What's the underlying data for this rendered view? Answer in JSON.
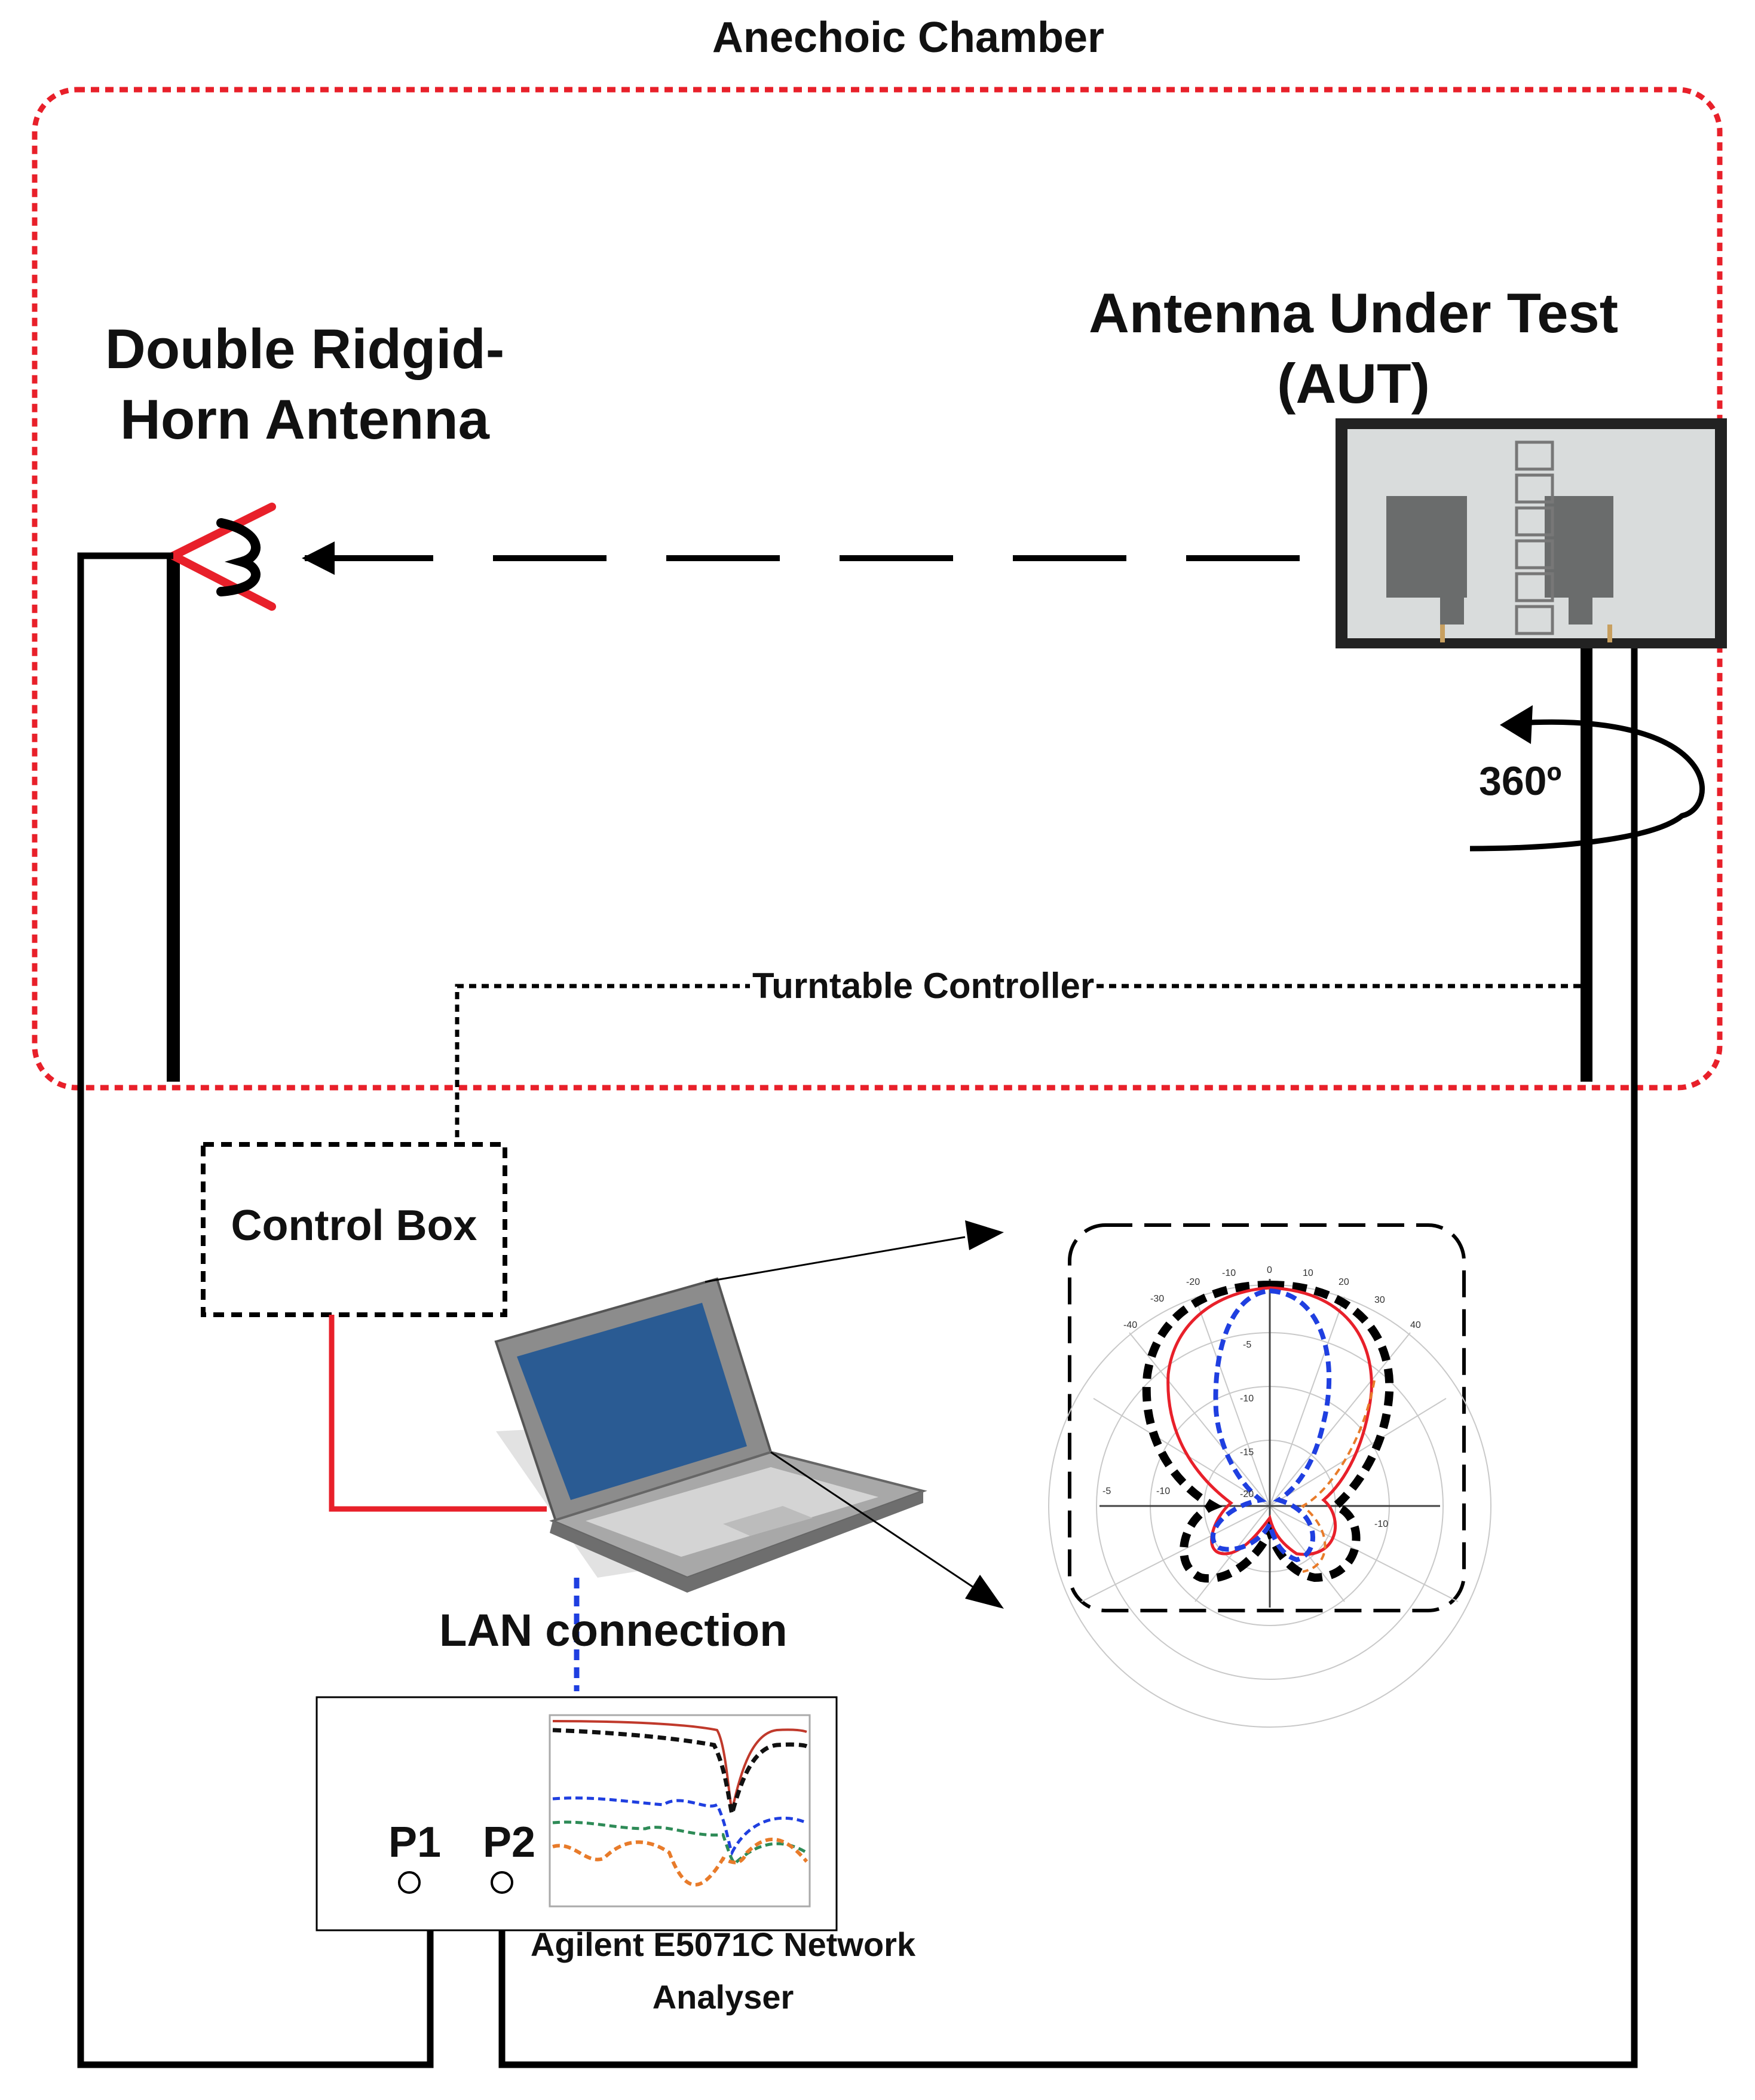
{
  "chamber": {
    "title": "Anechoic Chamber",
    "border_color": "#e8202a"
  },
  "horn": {
    "label_line1": "Double Ridgid-",
    "label_line2": "Horn Antenna"
  },
  "aut": {
    "label_line1": "Antenna Under Test",
    "label_line2": "(AUT)"
  },
  "rotation": {
    "label": "360º"
  },
  "turntable": {
    "label": "Turntable Controller"
  },
  "control_box": {
    "label": "Control Box"
  },
  "lan": {
    "label": "LAN connection",
    "color": "#1f3fe0"
  },
  "network_analyser": {
    "label_line1": "Agilent E5071C Network",
    "label_line2": "Analyser",
    "port1": "P1",
    "port2": "P2"
  },
  "polar_plot": {
    "top_ticks": [
      "-40",
      "-30",
      "-20",
      "-10",
      "0",
      "10",
      "20",
      "30",
      "40"
    ],
    "radial_ticks": [
      "-5",
      "-10",
      "-15",
      "-20"
    ],
    "left_ticks": [
      "-5",
      "-10"
    ],
    "right_tick": "-10"
  },
  "colors": {
    "red_cable": "#e8202a",
    "black": "#000000"
  }
}
